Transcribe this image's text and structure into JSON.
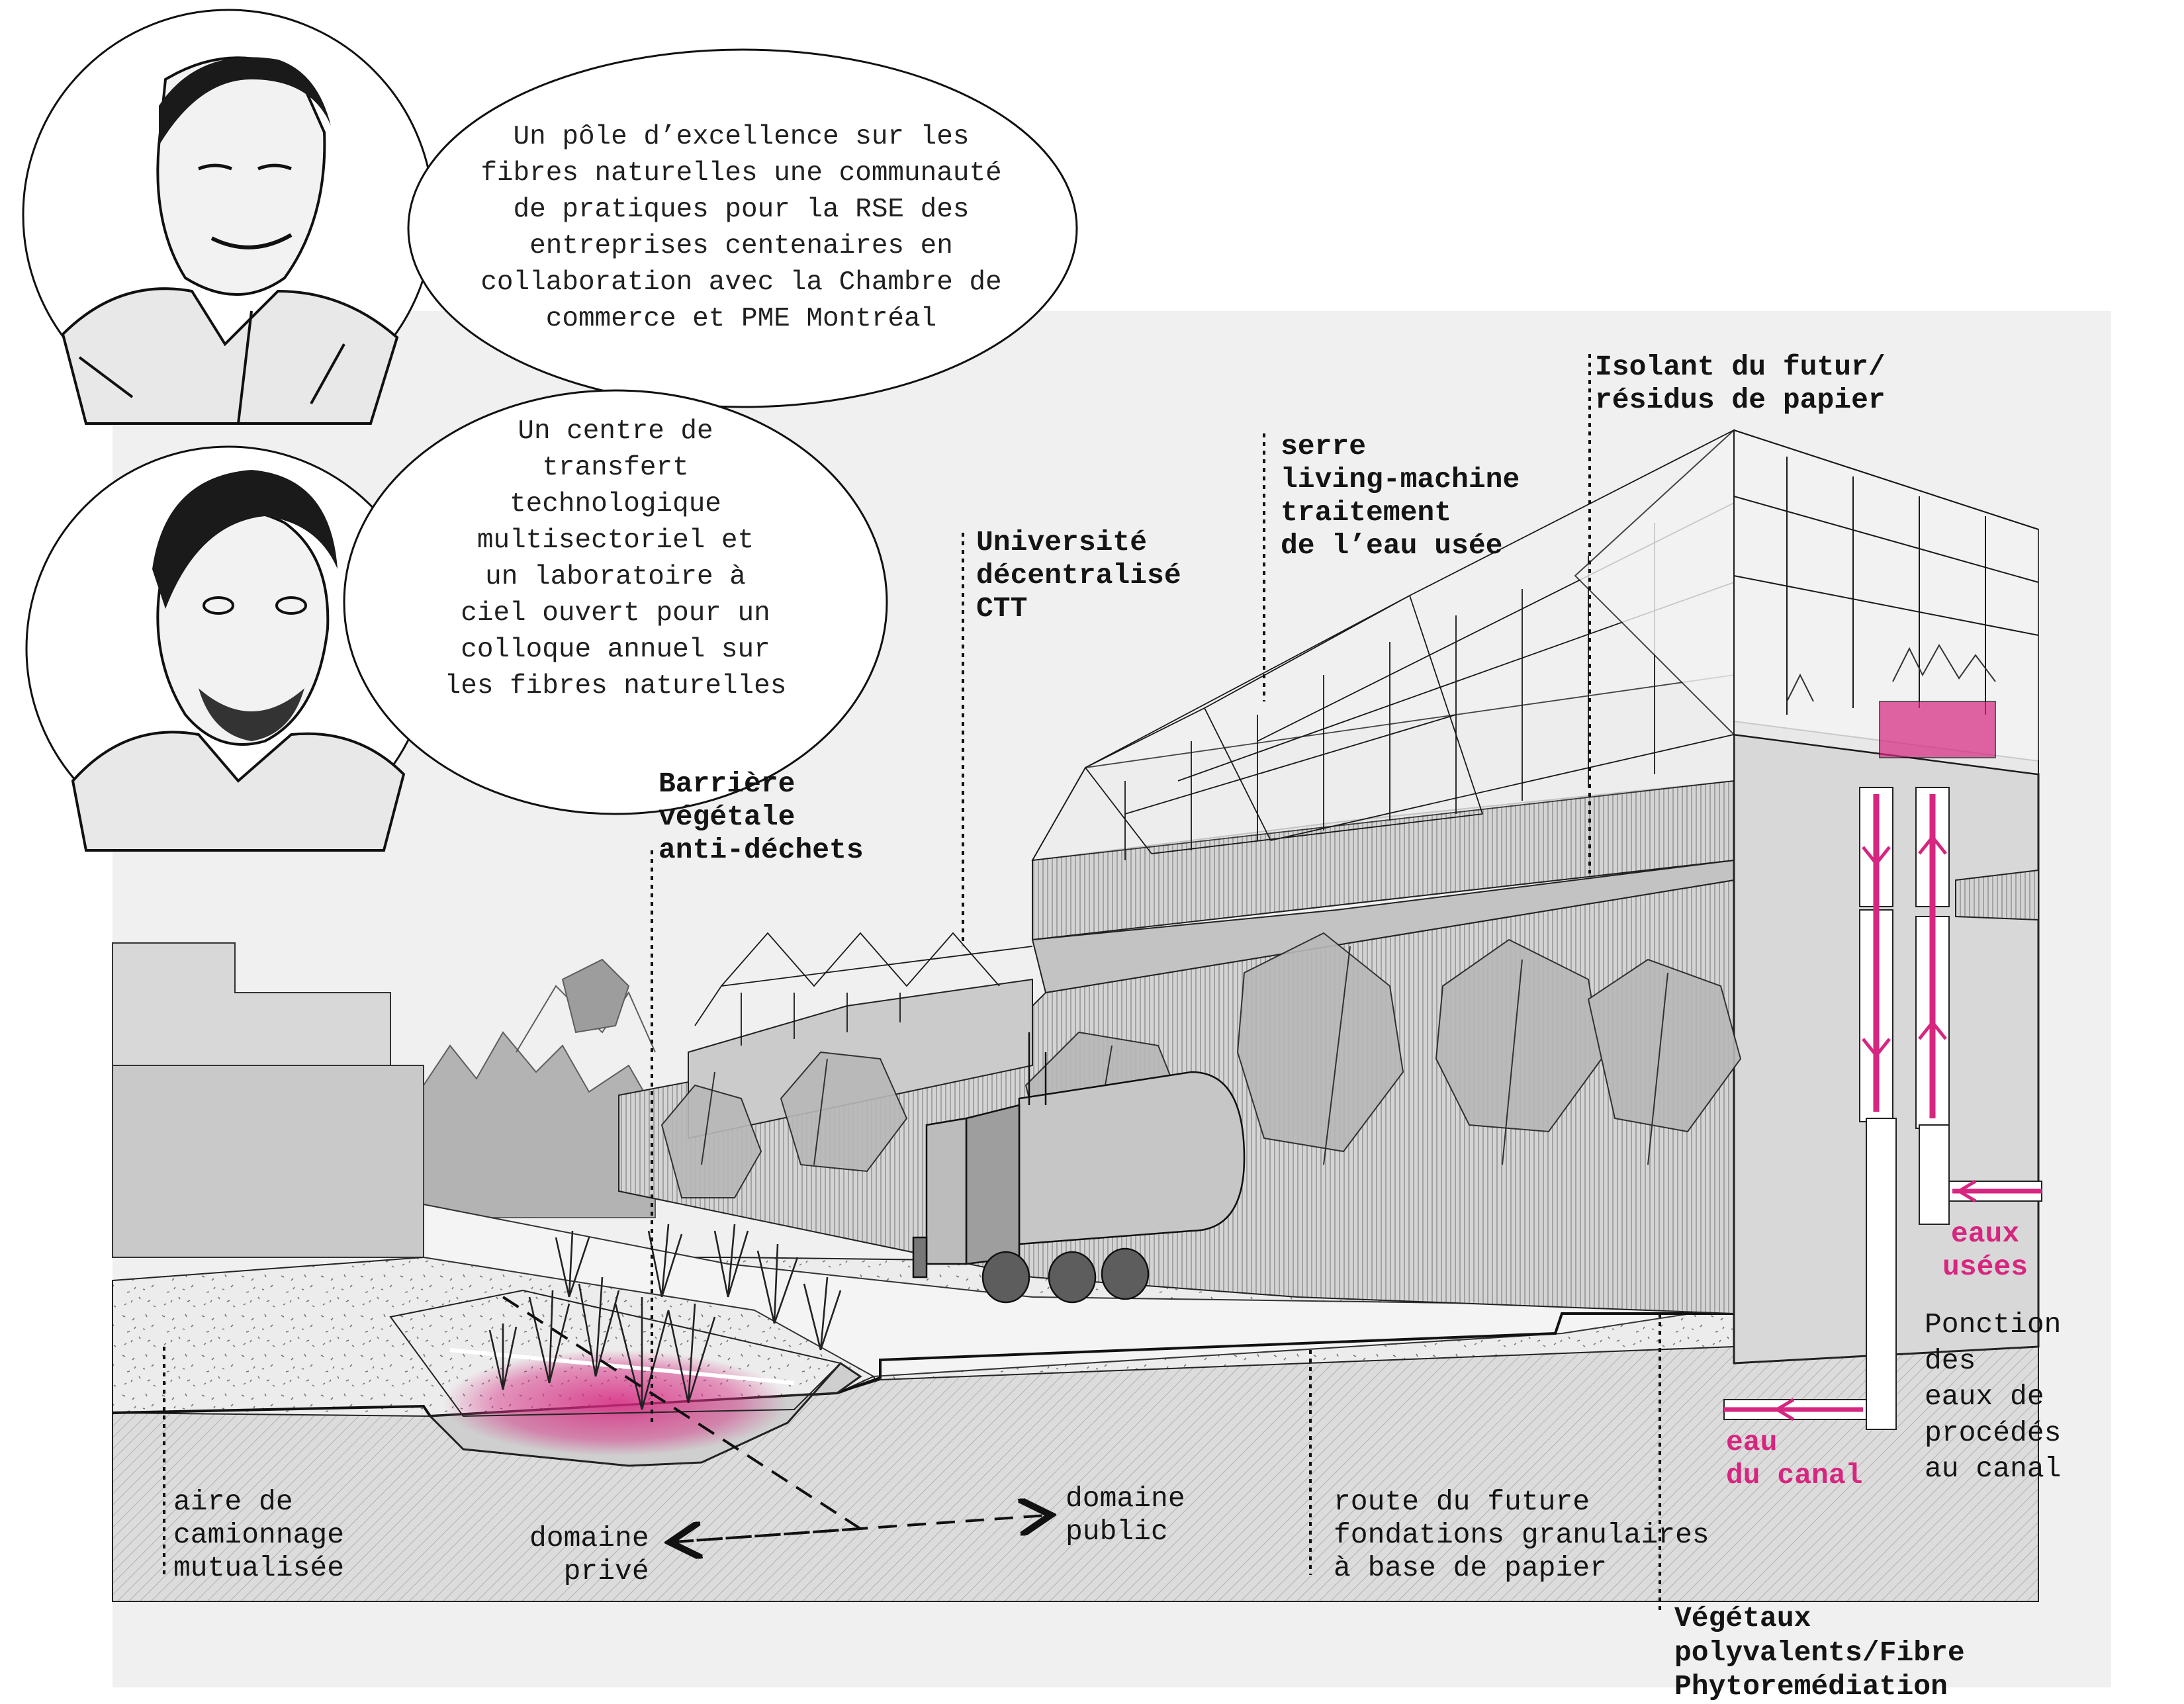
{
  "speech_bubbles": [
    {
      "text": "Un pôle d’excellence sur les\nfibres naturelles une communauté\nde pratiques pour la RSE des\nentreprises centenaires en\ncollaboration avec la Chambre de\ncommerce et PME Montréal"
    },
    {
      "text": "Un centre de\ntransfert\ntechnologique\nmultisectoriel et\nun laboratoire à\nciel ouvert pour un\ncolloque annuel sur\nles fibres naturelles"
    }
  ],
  "labels": {
    "isolant": "Isolant du futur/\nrésidus de papier",
    "serre": "serre\nliving-machine\ntraitement\nde l’eau usée",
    "universite": "Université\ndécentralisé\nCTT",
    "barriere": "Barrière\nvégétale\nanti-déchets",
    "eaux_usees": "eaux\nusées",
    "ponction": "Ponction\ndes\neaux de\nprocédés\nau canal",
    "eau_canal": "eau\ndu canal",
    "aire_camionnage": "aire de\ncamionnage\nmutualisée",
    "domaine_prive": "domaine\nprivé",
    "domaine_public": "domaine\npublic",
    "route_futur": "route du future\nfondations granulaires\nà base de papier",
    "vegetaux": "Végétaux\npolyvalents/Fibre\nPhytoremédiation"
  },
  "colors": {
    "accent_magenta": "#d6267f",
    "ground": "#e9e9e9",
    "building": "#c9c9c9",
    "line": "#1a1a1a"
  }
}
